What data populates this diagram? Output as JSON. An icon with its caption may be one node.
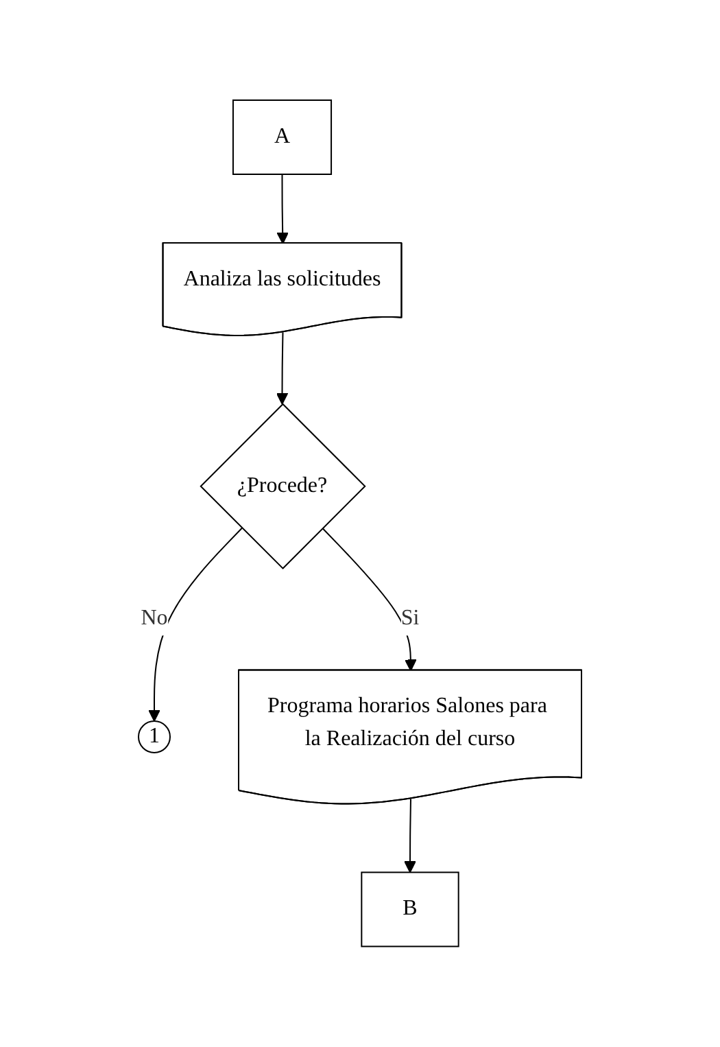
{
  "diagram": {
    "nodes": [
      {
        "text": [
          "A"
        ]
      },
      {
        "text": [
          "Analiza las solicitudes"
        ]
      },
      {
        "text": [
          "¿Procede?"
        ]
      },
      {
        "text": [
          "1"
        ]
      },
      {
        "text": [
          "Programa horarios Salones para la Realización del curso"
        ]
      },
      {
        "text": [
          "B"
        ]
      }
    ],
    "edges": [
      {
        "from": 0,
        "to": 1,
        "arrow": "to"
      },
      {
        "from": 1,
        "to": 2,
        "arrow": "to"
      },
      {
        "from": 2,
        "to": 3,
        "arrow": "to",
        "label": "No"
      },
      {
        "from": 2,
        "to": 4,
        "arrow": "to",
        "label": "Si"
      },
      {
        "from": 4,
        "to": 5,
        "arrow": "to"
      }
    ]
  }
}
